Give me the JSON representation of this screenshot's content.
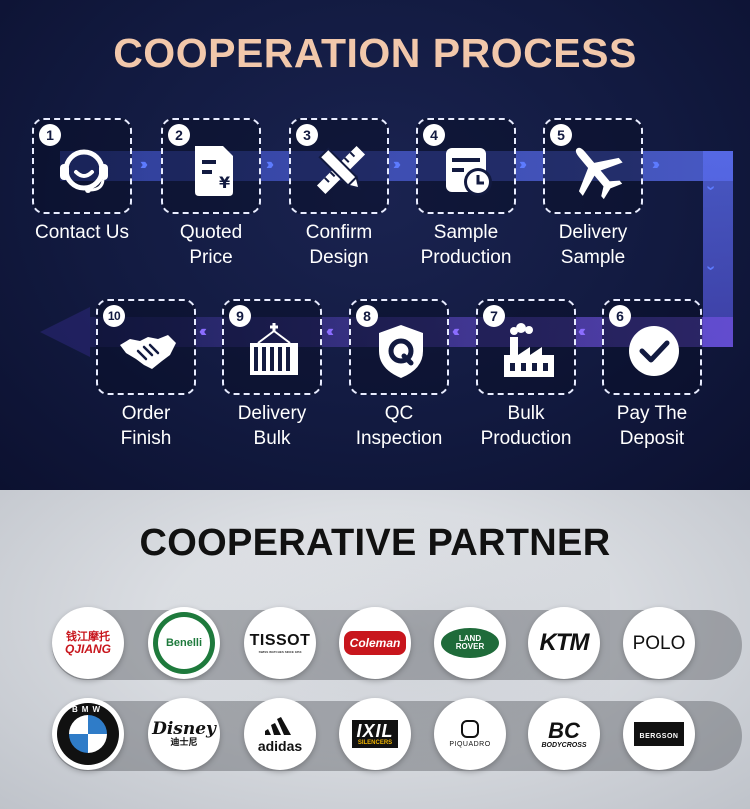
{
  "process": {
    "title": "COOPERATION PROCESS",
    "steps": [
      {
        "num": "1",
        "label_l1": "Contact Us",
        "label_l2": "",
        "icon": "headset-support-icon"
      },
      {
        "num": "2",
        "label_l1": "Quoted",
        "label_l2": "Price",
        "icon": "price-document-icon"
      },
      {
        "num": "3",
        "label_l1": "Confirm",
        "label_l2": "Design",
        "icon": "pencil-ruler-icon"
      },
      {
        "num": "4",
        "label_l1": "Sample",
        "label_l2": "Production",
        "icon": "calendar-clock-icon"
      },
      {
        "num": "5",
        "label_l1": "Delivery",
        "label_l2": "Sample",
        "icon": "airplane-icon"
      },
      {
        "num": "6",
        "label_l1": "Pay The",
        "label_l2": "Deposit",
        "icon": "checkmark-circle-icon"
      },
      {
        "num": "7",
        "label_l1": "Bulk",
        "label_l2": "Production",
        "icon": "factory-icon"
      },
      {
        "num": "8",
        "label_l1": "QC",
        "label_l2": "Inspection",
        "icon": "shield-q-icon"
      },
      {
        "num": "9",
        "label_l1": "Delivery",
        "label_l2": "Bulk",
        "icon": "shipping-container-icon"
      },
      {
        "num": "10",
        "label_l1": "Order",
        "label_l2": "Finish",
        "icon": "handshake-icon"
      }
    ]
  },
  "partners": {
    "title": "COOPERATIVE PARTNER",
    "row1": [
      {
        "name": "QJIANG",
        "sub": "钱江摩托"
      },
      {
        "name": "Benelli",
        "sub": ""
      },
      {
        "name": "TISSOT",
        "sub": "SWISS WATCHES SINCE 1853"
      },
      {
        "name": "Coleman",
        "sub": ""
      },
      {
        "name": "LAND",
        "sub": "ROVER"
      },
      {
        "name": "KTM",
        "sub": ""
      },
      {
        "name": "POLO",
        "sub": ""
      }
    ],
    "row2": [
      {
        "name": "BMW",
        "sub": ""
      },
      {
        "name": "Disney",
        "sub": "迪士尼"
      },
      {
        "name": "adidas",
        "sub": ""
      },
      {
        "name": "IXIL",
        "sub": "SILENCERS"
      },
      {
        "name": "PIQUADRO",
        "sub": ""
      },
      {
        "name": "BC",
        "sub": "BODYCROSS"
      },
      {
        "name": "BERGSON",
        "sub": ""
      }
    ]
  },
  "colors": {
    "navy": "#121a40",
    "title_peach": "#f2c8ab",
    "flow_blue": "#5d7bff"
  }
}
